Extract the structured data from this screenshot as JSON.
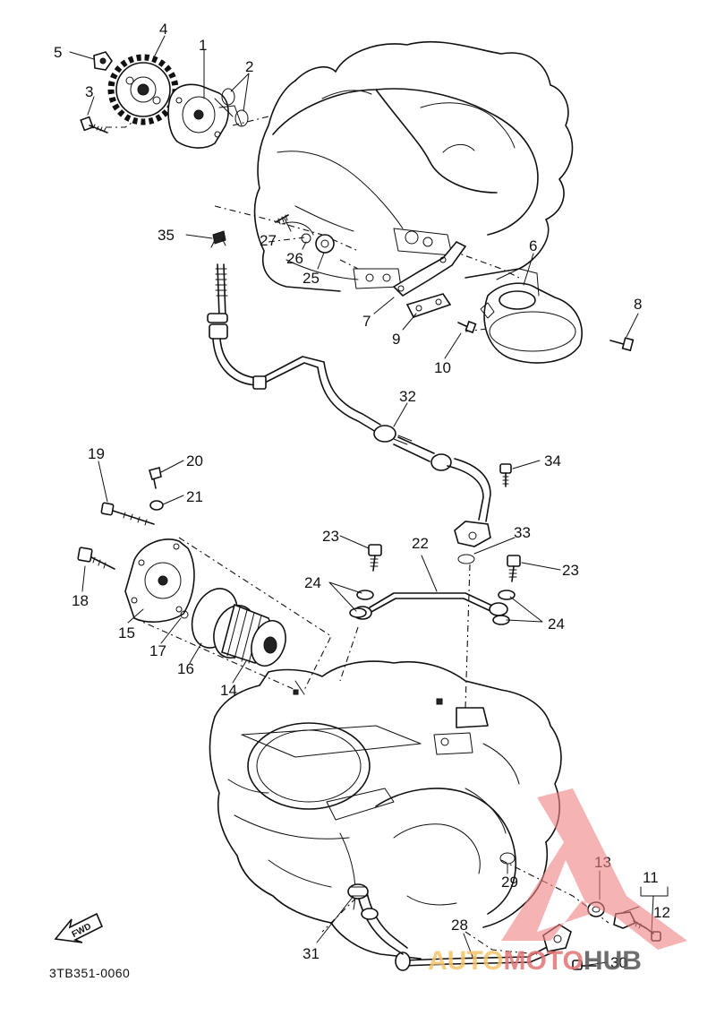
{
  "figure_code": "3TB351-0060",
  "direction_label": "FWD",
  "callouts": [
    {
      "id": "1",
      "text": "1"
    },
    {
      "id": "2",
      "text": "2"
    },
    {
      "id": "3",
      "text": "3"
    },
    {
      "id": "4",
      "text": "4"
    },
    {
      "id": "5",
      "text": "5"
    },
    {
      "id": "6",
      "text": "6"
    },
    {
      "id": "7",
      "text": "7"
    },
    {
      "id": "8",
      "text": "8"
    },
    {
      "id": "9",
      "text": "9"
    },
    {
      "id": "10",
      "text": "10"
    },
    {
      "id": "11",
      "text": "11"
    },
    {
      "id": "12",
      "text": "12"
    },
    {
      "id": "13",
      "text": "13"
    },
    {
      "id": "14",
      "text": "14"
    },
    {
      "id": "15",
      "text": "15"
    },
    {
      "id": "16",
      "text": "16"
    },
    {
      "id": "17",
      "text": "17"
    },
    {
      "id": "18",
      "text": "18"
    },
    {
      "id": "19",
      "text": "19"
    },
    {
      "id": "20",
      "text": "20"
    },
    {
      "id": "21",
      "text": "21"
    },
    {
      "id": "22",
      "text": "22"
    },
    {
      "id": "23",
      "text": "23"
    },
    {
      "id": "24",
      "text": "24"
    },
    {
      "id": "25",
      "text": "25"
    },
    {
      "id": "26",
      "text": "26"
    },
    {
      "id": "27",
      "text": "27"
    },
    {
      "id": "28",
      "text": "28"
    },
    {
      "id": "29",
      "text": "29"
    },
    {
      "id": "30",
      "text": "30"
    },
    {
      "id": "31",
      "text": "31"
    },
    {
      "id": "32",
      "text": "32"
    },
    {
      "id": "33",
      "text": "33"
    },
    {
      "id": "34",
      "text": "34"
    },
    {
      "id": "35",
      "text": "35"
    }
  ],
  "watermark": {
    "part1": "AUTO",
    "part2": "MOTO",
    "part3": "HUB",
    "color_logo": "#f08080",
    "color_auto": "#f5c46a",
    "color_moto": "#e57373",
    "color_hub": "#555555"
  }
}
